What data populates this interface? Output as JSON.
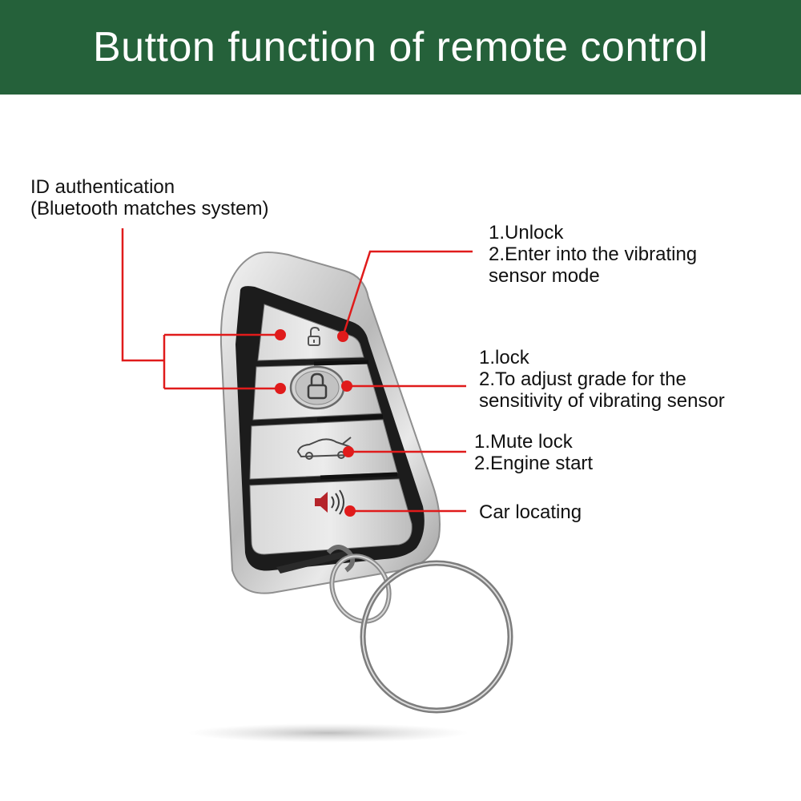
{
  "header": {
    "title": "Button function of remote control",
    "background": "#25613a"
  },
  "callouts": {
    "id_auth": {
      "lines": [
        "ID authentication",
        "(Bluetooth matches system)"
      ]
    },
    "unlock": {
      "lines": [
        "1.Unlock",
        "2.Enter into the vibrating",
        "sensor mode"
      ]
    },
    "lock": {
      "lines": [
        "1.lock",
        "2.To adjust grade for the",
        "sensitivity of vibrating sensor"
      ]
    },
    "trunk": {
      "lines": [
        "1.Mute lock",
        "2.Engine start"
      ]
    },
    "locate": {
      "lines": [
        "Car locating"
      ]
    }
  },
  "colors": {
    "leader_line": "#e01b1b",
    "dot": "#e01b1b",
    "fob_body": "#1e1e1e",
    "fob_chrome": "#c8c8c8",
    "speaker_icon": "#b5242a"
  },
  "icons": {
    "unlock_button": "unlock-padlock-icon",
    "lock_button": "padlock-icon",
    "trunk_button": "car-trunk-icon",
    "locate_button": "speaker-icon"
  }
}
